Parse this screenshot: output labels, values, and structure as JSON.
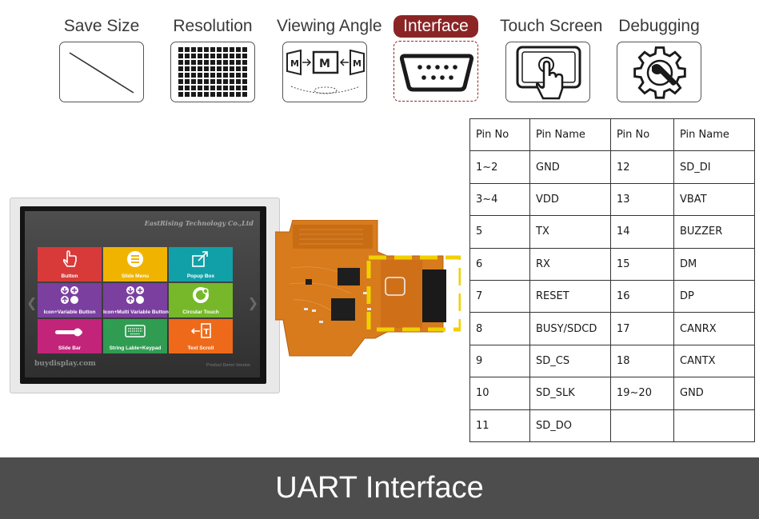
{
  "features": [
    {
      "label": "Save Size",
      "icon": "diagonal-line-icon"
    },
    {
      "label": "Resolution",
      "icon": "pixel-grid-icon"
    },
    {
      "label": "Viewing Angle",
      "icon": "viewing-angle-icon"
    },
    {
      "label": "Interface",
      "icon": "serial-port-icon",
      "active": true,
      "accent": "#8b2525"
    },
    {
      "label": "Touch Screen",
      "icon": "touch-hand-icon"
    },
    {
      "label": "Debugging",
      "icon": "gear-wrench-icon"
    }
  ],
  "lcd": {
    "brand": "EastRising Technology Co.,Ltd",
    "website": "buydisplay.com",
    "footer_right": "Product Demo Version",
    "tiles": [
      {
        "label": "Button",
        "color": "#d83a3a",
        "icon": "hand-pointer-icon"
      },
      {
        "label": "Slide Menu",
        "color": "#f0b400",
        "icon": "menu-icon"
      },
      {
        "label": "Popup Box",
        "color": "#12a0a8",
        "icon": "popup-icon"
      },
      {
        "label": "Icon+Variable Button",
        "color": "#7b3fa0",
        "icon": "arrows-icon"
      },
      {
        "label": "Icon+Multi Variable Button",
        "color": "#7b3fa0",
        "icon": "arrows-icon"
      },
      {
        "label": "Circular Touch",
        "color": "#76b82a",
        "icon": "circle-icon"
      },
      {
        "label": "Slide Bar",
        "color": "#c2247a",
        "icon": "slider-icon"
      },
      {
        "label": "String Lable+Keypad",
        "color": "#2f9c52",
        "icon": "keyboard-icon"
      },
      {
        "label": "Text Scroll",
        "color": "#ee6a1a",
        "icon": "text-scroll-icon"
      }
    ]
  },
  "pin_table": {
    "headers": [
      "Pin No",
      "Pin Name",
      "Pin No",
      "Pin Name"
    ],
    "rows": [
      [
        "1~2",
        "GND",
        "12",
        "SD_DI"
      ],
      [
        "3~4",
        "VDD",
        "13",
        "VBAT"
      ],
      [
        "5",
        "TX",
        "14",
        "BUZZER"
      ],
      [
        "6",
        "RX",
        "15",
        "DM"
      ],
      [
        "7",
        "RESET",
        "16",
        "DP"
      ],
      [
        "8",
        "BUSY/SDCD",
        "17",
        "CANRX"
      ],
      [
        "9",
        "SD_CS",
        "18",
        "CANTX"
      ],
      [
        "10",
        "SD_SLK",
        "19~20",
        "GND"
      ],
      [
        "11",
        "SD_DO",
        "",
        ""
      ]
    ]
  },
  "banner": {
    "title": "UART Interface",
    "background": "#4d4d4d"
  }
}
